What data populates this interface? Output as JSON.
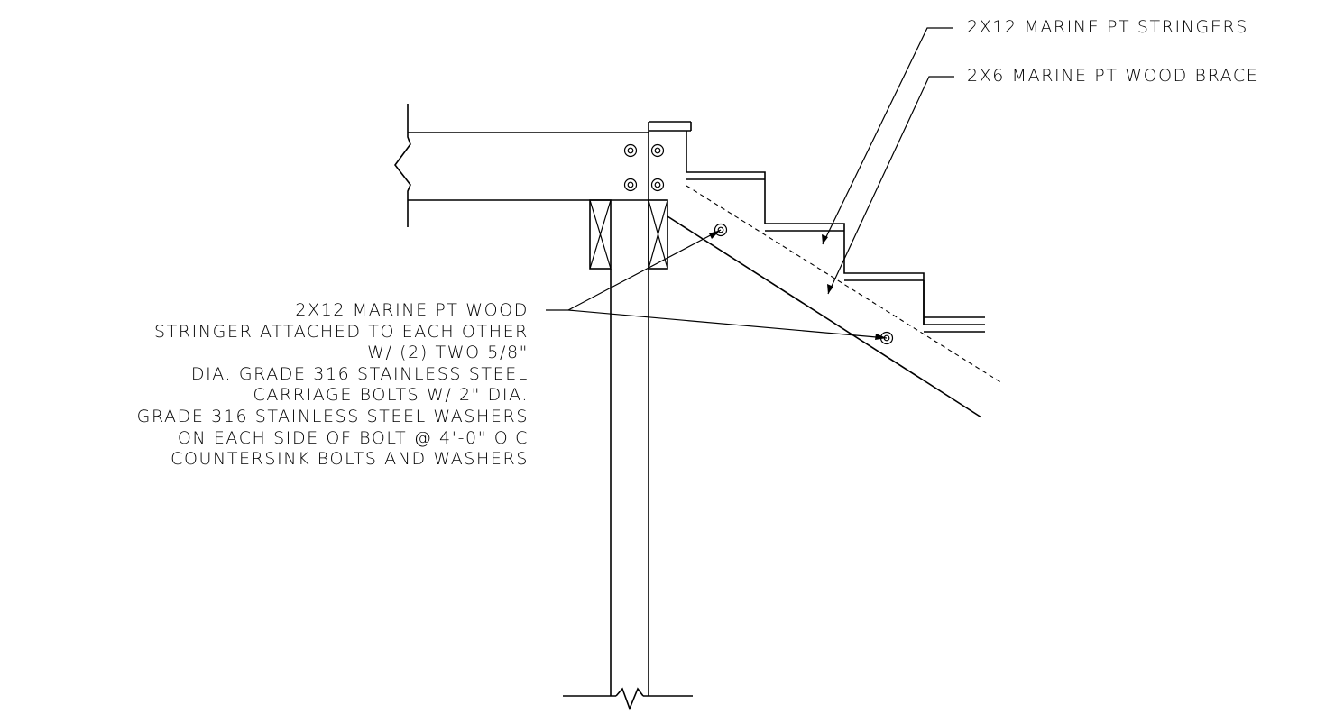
{
  "callouts": {
    "stringers": "2X12 MARINE PT STRINGERS",
    "brace": "2X6 MARINE PT WOOD BRACE",
    "note_lines": [
      "2X12 MARINE PT WOOD",
      "STRINGER ATTACHED TO EACH OTHER",
      "W/ (2) TWO 5/8\"",
      "DIA. GRADE 316 STAINLESS STEEL",
      "CARRIAGE BOLTS W/ 2\" DIA.",
      "GRADE 316 STAINLESS STEEL WASHERS",
      "ON EACH SIDE OF BOLT @ 4'-0\" O.C",
      "COUNTERSINK BOLTS AND WASHERS"
    ]
  }
}
